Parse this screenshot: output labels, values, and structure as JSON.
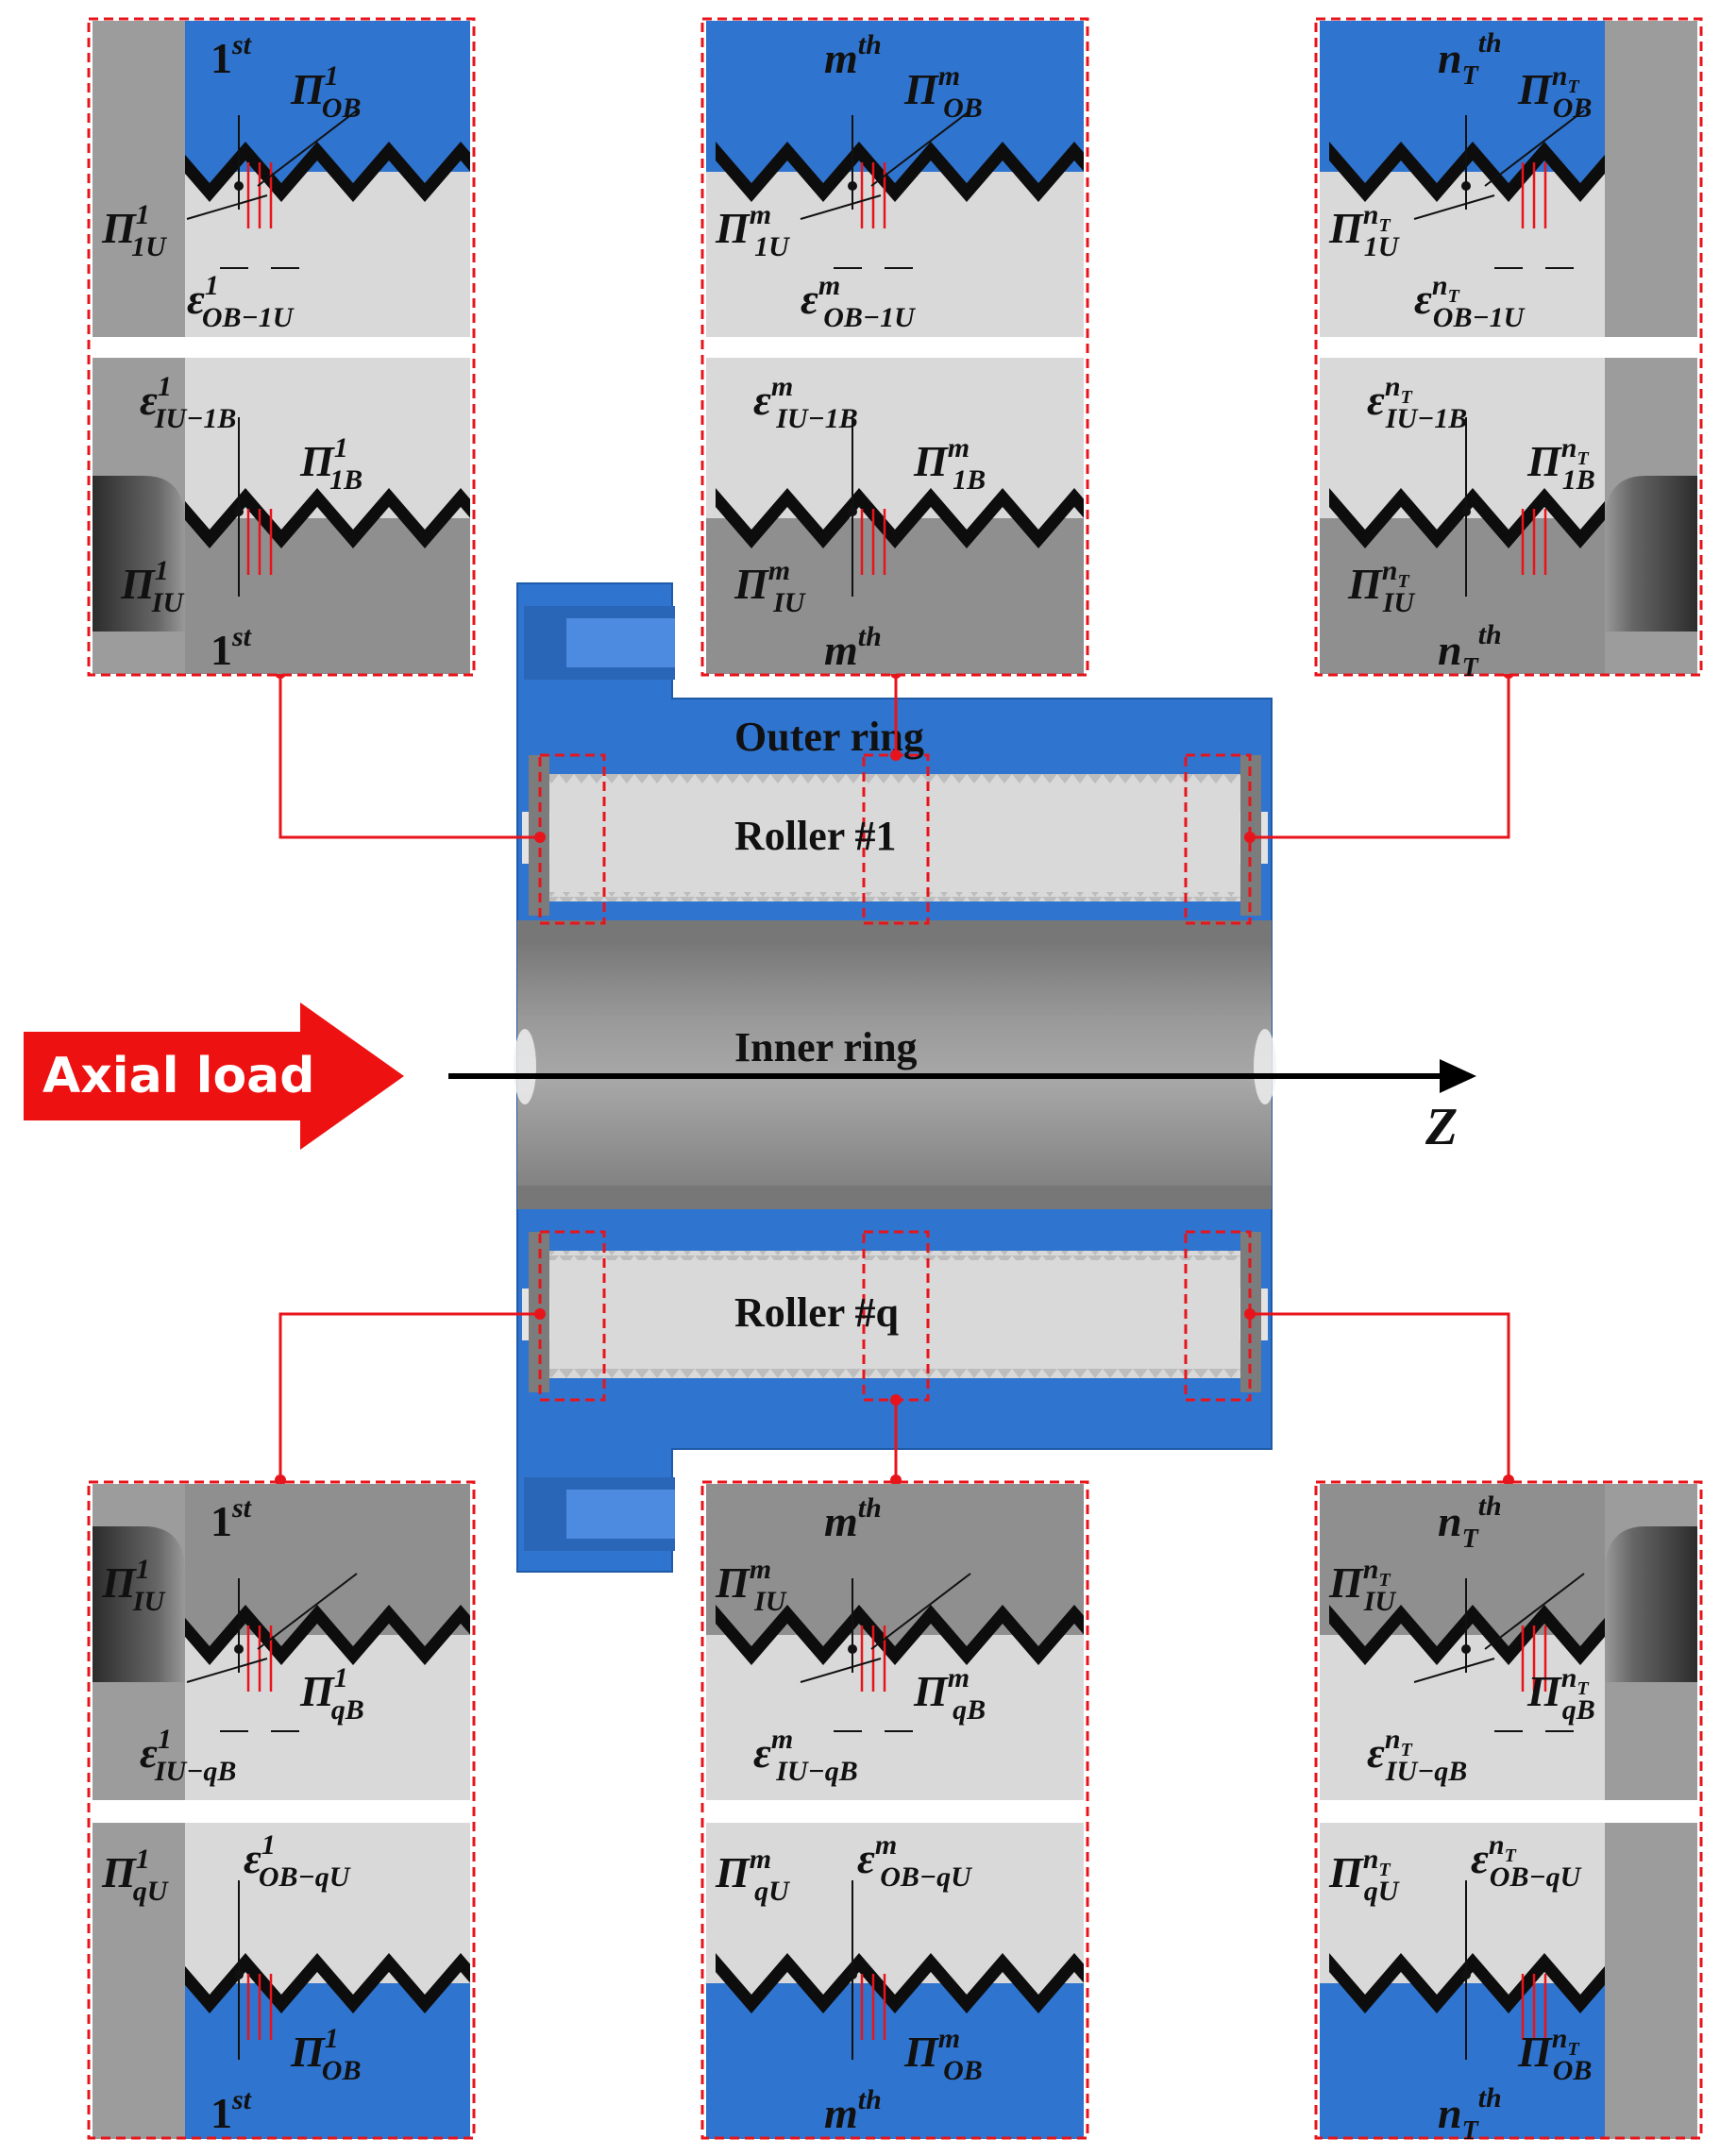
{
  "main": {
    "outer_ring": "Outer ring",
    "inner_ring": "Inner ring",
    "roller_1": "Roller #1",
    "roller_q": "Roller #q",
    "axial_load": "Axial load",
    "axis": "Z"
  },
  "colors": {
    "outer_ring_blue": "#2f74cf",
    "inner_ring_gray": "#8f8f8f",
    "roller_light": "#d9d9d9",
    "highlight_red": "#e8141b",
    "thread_black": "#0d0d0d"
  },
  "threads": {
    "first": "1",
    "first_sup": "st",
    "m": "m",
    "m_sup": "th",
    "n": "n",
    "n_sub": "T",
    "n_sup": "th"
  },
  "symbols": {
    "pi": "Π",
    "eps": "ε",
    "OB": "OB",
    "IU": "IU",
    "1U": "1U",
    "1B": "1B",
    "qB": "qB",
    "qU": "qU",
    "OB_1U": "OB−1U",
    "IU_1B": "IU−1B",
    "IU_qB": "IU−qB",
    "OB_qU": "OB−qU",
    "sup_1": "1",
    "sup_m": "m",
    "sup_n": "n",
    "sup_T": "T"
  }
}
